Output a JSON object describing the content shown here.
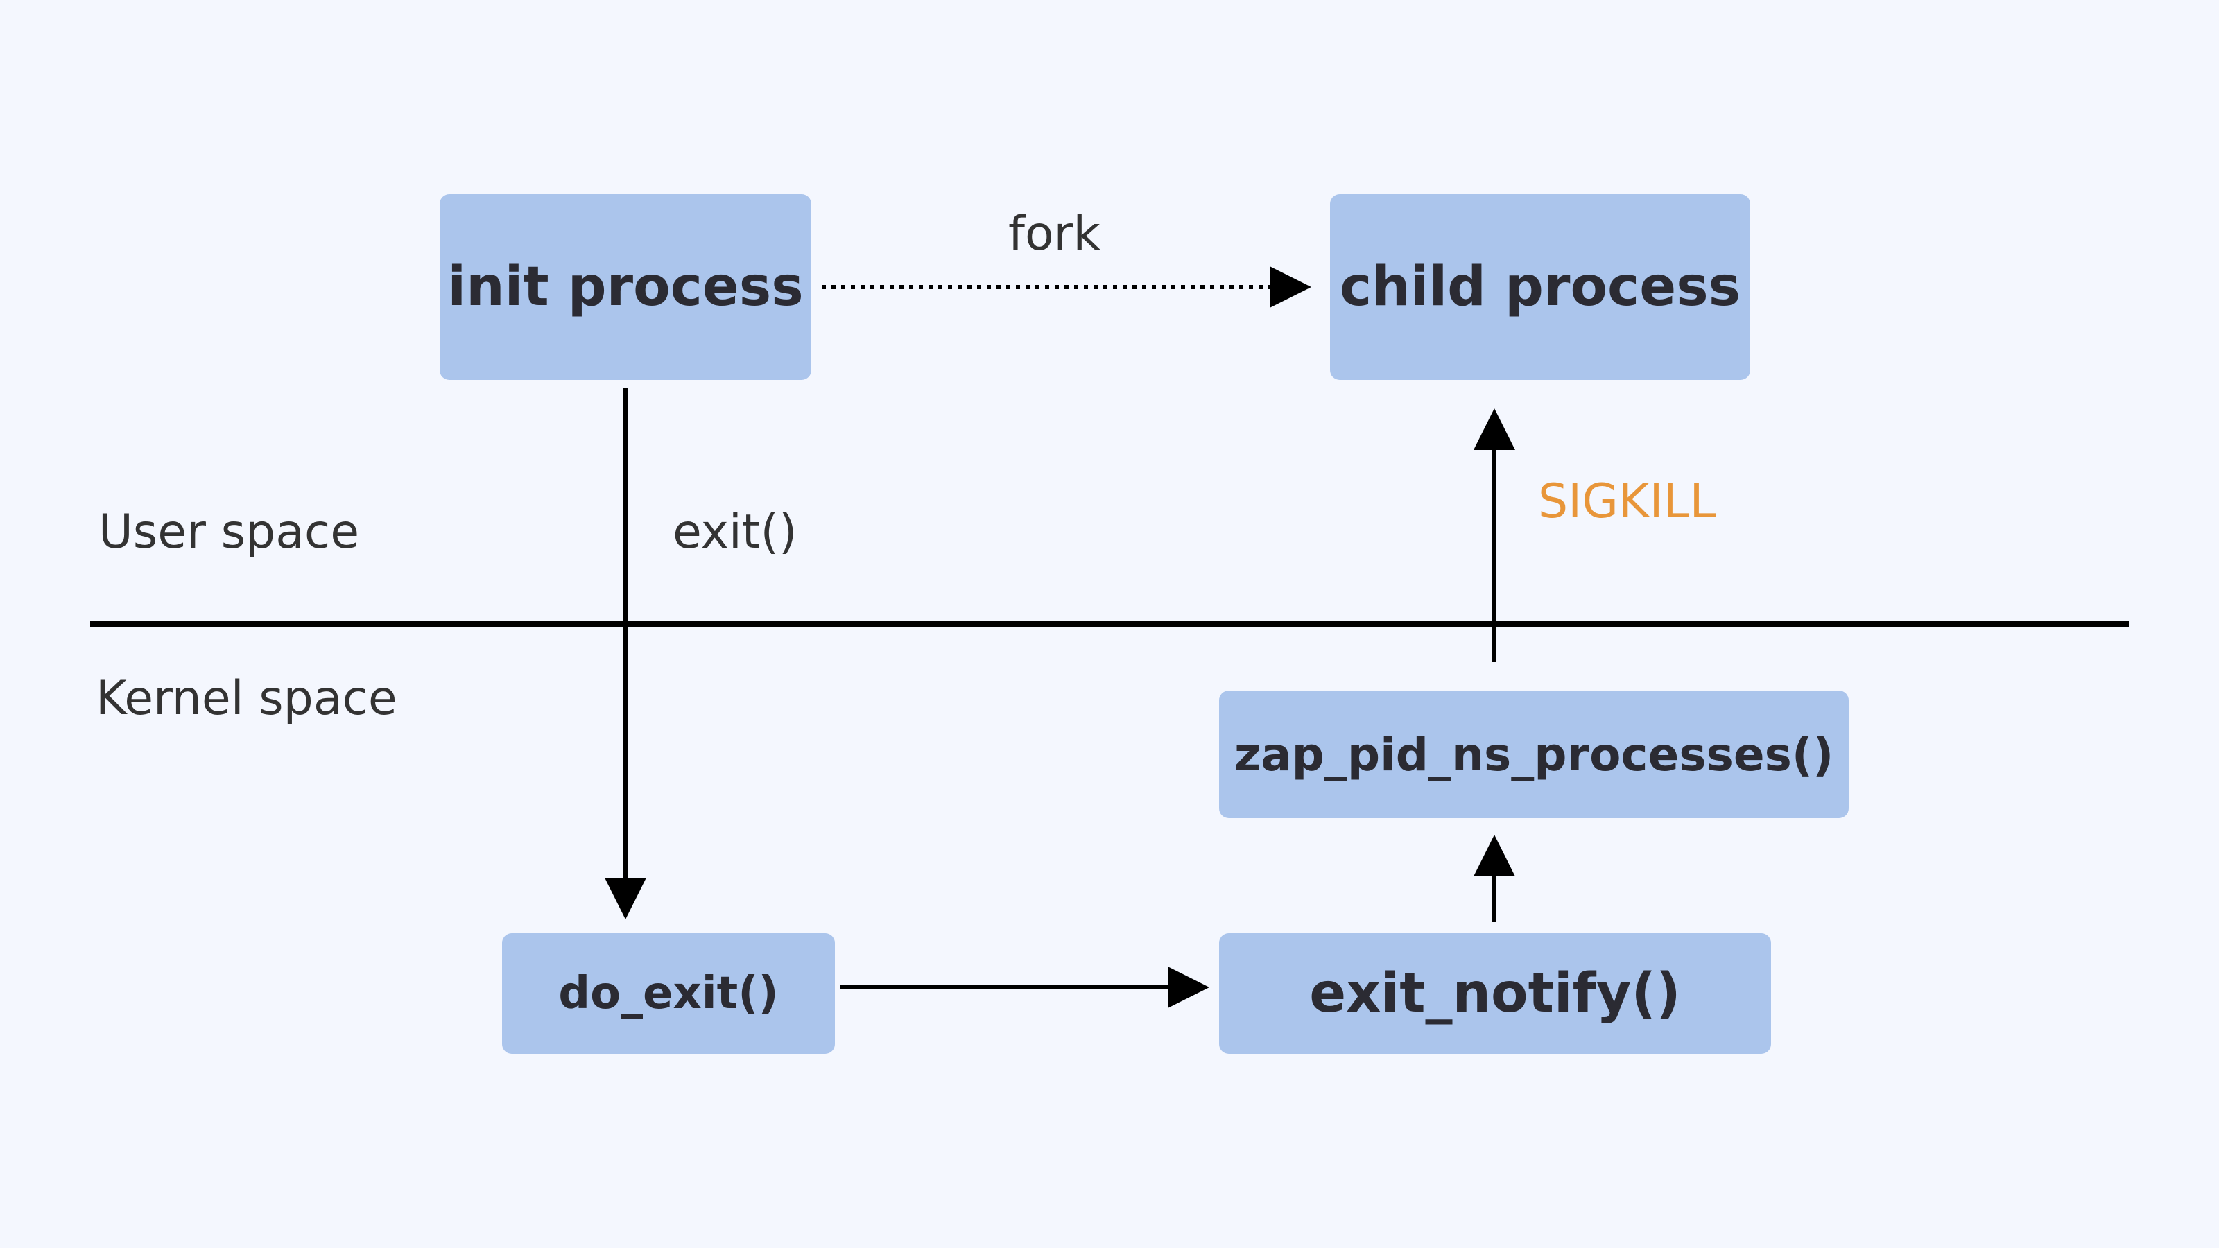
{
  "regions": {
    "user": "User space",
    "kernel": "Kernel space"
  },
  "nodes": {
    "init": "init process",
    "child": "child process",
    "zap": "zap_pid_ns_processes()",
    "do_exit": "do_exit()",
    "exit_notify": "exit_notify()"
  },
  "edges": {
    "fork": "fork",
    "exit": "exit()",
    "sigkill": "SIGKILL"
  },
  "colors": {
    "background": "#f4f7fe",
    "node_fill": "#abc5ec",
    "node_text": "#2b2b33",
    "line": "#000000",
    "sigkill": "#e8963a"
  }
}
